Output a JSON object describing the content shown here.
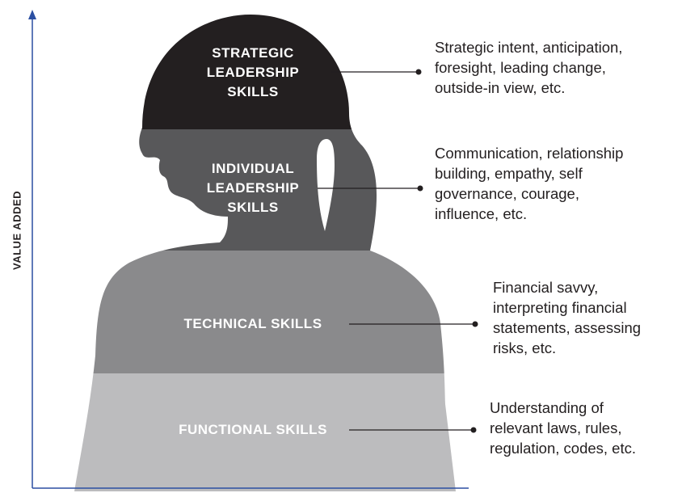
{
  "axis": {
    "y_label": "VALUE ADDED"
  },
  "tiers": [
    {
      "id": "strategic",
      "label_lines": [
        "STRATEGIC",
        "LEADERSHIP",
        "SKILLS"
      ],
      "description_lines": [
        "Strategic intent, anticipation,",
        "foresight, leading change,",
        "outside-in view, etc."
      ],
      "color": "#231f20"
    },
    {
      "id": "individual",
      "label_lines": [
        "INDIVIDUAL",
        "LEADERSHIP",
        "SKILLS"
      ],
      "description_lines": [
        "Communication, relationship",
        "building, empathy, self",
        "governance, courage,",
        "influence, etc."
      ],
      "color": "#58585a"
    },
    {
      "id": "technical",
      "label_lines": [
        "TECHNICAL SKILLS"
      ],
      "description_lines": [
        "Financial savvy,",
        "interpreting financial",
        "statements, assessing",
        "risks, etc."
      ],
      "color": "#8a8a8c"
    },
    {
      "id": "functional",
      "label_lines": [
        "FUNCTIONAL SKILLS"
      ],
      "description_lines": [
        "Understanding of",
        "relevant laws, rules,",
        "regulation, codes, etc."
      ],
      "color": "#bcbcbe"
    }
  ],
  "colors": {
    "axis": "#2b4fa2",
    "connector": "#231f20",
    "text": "#231f20",
    "label": "#ffffff"
  }
}
